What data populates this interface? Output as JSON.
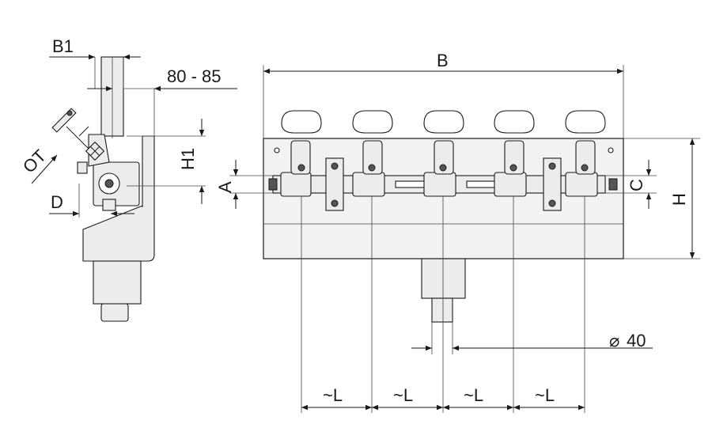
{
  "dimensions": {
    "b1": "B1",
    "range_80_85": "80 - 85",
    "h1": "H1",
    "ot": "OT",
    "d": "D",
    "a": "A",
    "b": "B",
    "c": "C",
    "h": "H",
    "dia40": "40",
    "dia_symbol": "⌀",
    "spacing": [
      "~L",
      "~L",
      "~L",
      "~L"
    ]
  },
  "colors": {
    "line": "#1a1a1a",
    "fill": "#ececec",
    "plate": "#f2f2f2"
  }
}
